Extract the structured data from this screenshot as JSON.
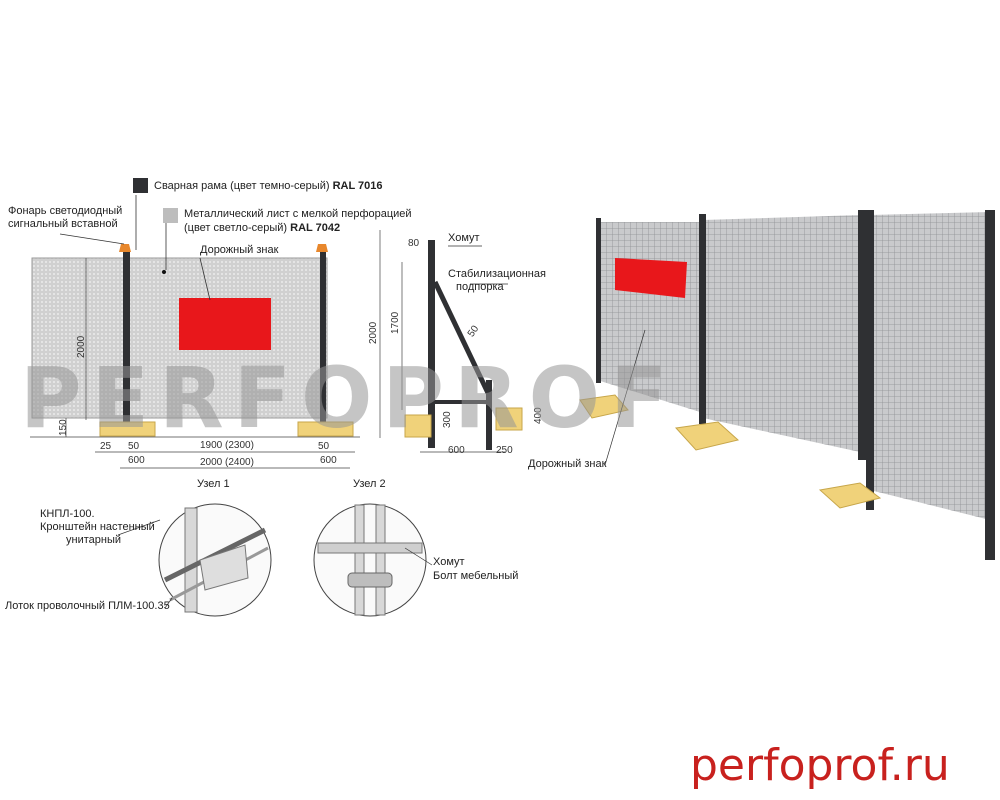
{
  "legend": {
    "frame_label": "Сварная рама (цвет темно-серый)",
    "frame_ral": "RAL 7016",
    "frame_color": "#2f3033",
    "sheet_label_line1": "Металлический лист с мелкой перфорацией",
    "sheet_label_line2": "(цвет светло-серый)",
    "sheet_ral": "RAL 7042",
    "sheet_color": "#bdbdbd"
  },
  "callouts": {
    "lamp_line1": "Фонарь светодиодный",
    "lamp_line2": "сигнальный вставной",
    "road_sign": "Дорожный знак",
    "clamp": "Хомут",
    "support_line1": "Стабилизационная",
    "support_line2": "подпорка",
    "road_sign_photo": "Дорожный знак",
    "node1": "Узел 1",
    "node2": "Узел 2",
    "knpl_line1": "КНПЛ-100.",
    "knpl_line2": "Кронштейн настенный",
    "knpl_line3": "унитарный",
    "tray": "Лоток проволочный ПЛМ-100.35",
    "clamp2": "Хомут",
    "bolt": "Болт мебельный"
  },
  "dimensions": {
    "front_height": "2000",
    "base_height": "150",
    "d25": "25",
    "d50_left": "50",
    "d600_left": "600",
    "span": "1900 (2300)",
    "d50_right": "50",
    "d600_right": "600",
    "total": "2000 (2400)",
    "side_80": "80",
    "side_2000": "2000",
    "side_1700": "1700",
    "side_50": "50",
    "side_300": "300",
    "side_400": "400",
    "side_600": "600",
    "side_250": "250"
  },
  "branding": {
    "watermark": "PERFOPROF",
    "site": "perfoprof.ru",
    "sign_color": "#e8171b",
    "base_color": "#f0d27a"
  }
}
